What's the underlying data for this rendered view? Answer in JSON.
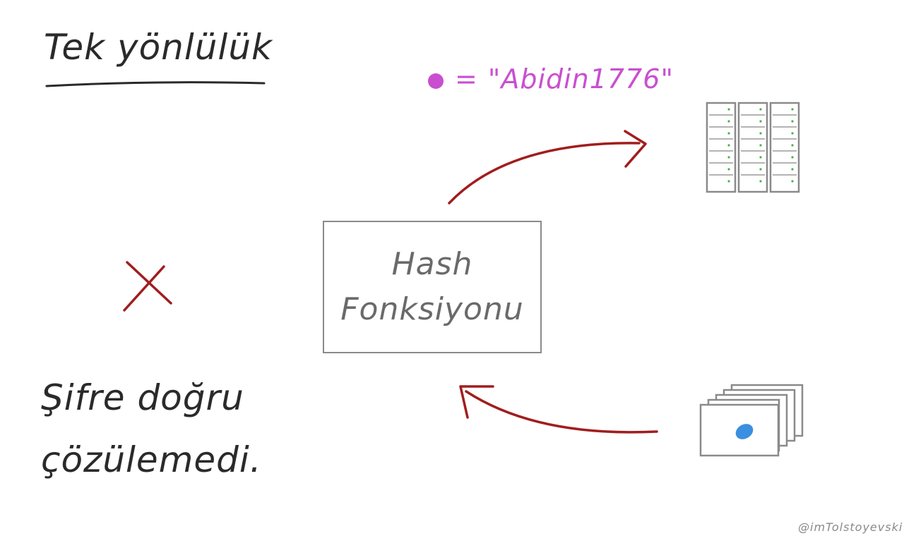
{
  "title": "Tek yönlülük",
  "password_assignment": {
    "equals": "=",
    "value": "\"Abidin1776\""
  },
  "hash_box": {
    "line1": "Hash",
    "line2": "Fonksiyonu"
  },
  "result": {
    "line1": "Şifre doğru",
    "line2": "çözülemedi."
  },
  "watermark": "@imTolstoyevski",
  "colors": {
    "accent_pink": "#c94fd0",
    "arrow_red": "#a11d1d",
    "box_gray": "#8a8a8a",
    "server_green": "#4caf50",
    "card_blue": "#3b8fe0"
  },
  "icons": [
    "server-rack-icon",
    "card-stack-icon",
    "cross-mark-icon"
  ]
}
